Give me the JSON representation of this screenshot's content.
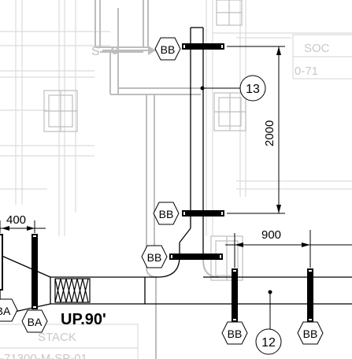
{
  "tags": {
    "bb_top": "BB",
    "bb_mid": "BB",
    "bb_low": "BB",
    "bb_bottom_a": "BB",
    "bb_bottom_b": "BB",
    "ba_left": "BA",
    "ba_bottom": "BA"
  },
  "callouts": {
    "c13": "13",
    "c12": "12"
  },
  "dimensions": {
    "vertical": "2000",
    "horizontal_right": "900",
    "horizontal_left": "400"
  },
  "annotations": {
    "up_note": "UP.90'",
    "stack": "STACK",
    "ref_bottom": "-71300-M-SP-01",
    "soc": "SOC",
    "ref_right": "0-71"
  },
  "colors": {
    "line": "#000000",
    "faded": "#bdbdbd",
    "faded_light": "#dcdcdc"
  }
}
